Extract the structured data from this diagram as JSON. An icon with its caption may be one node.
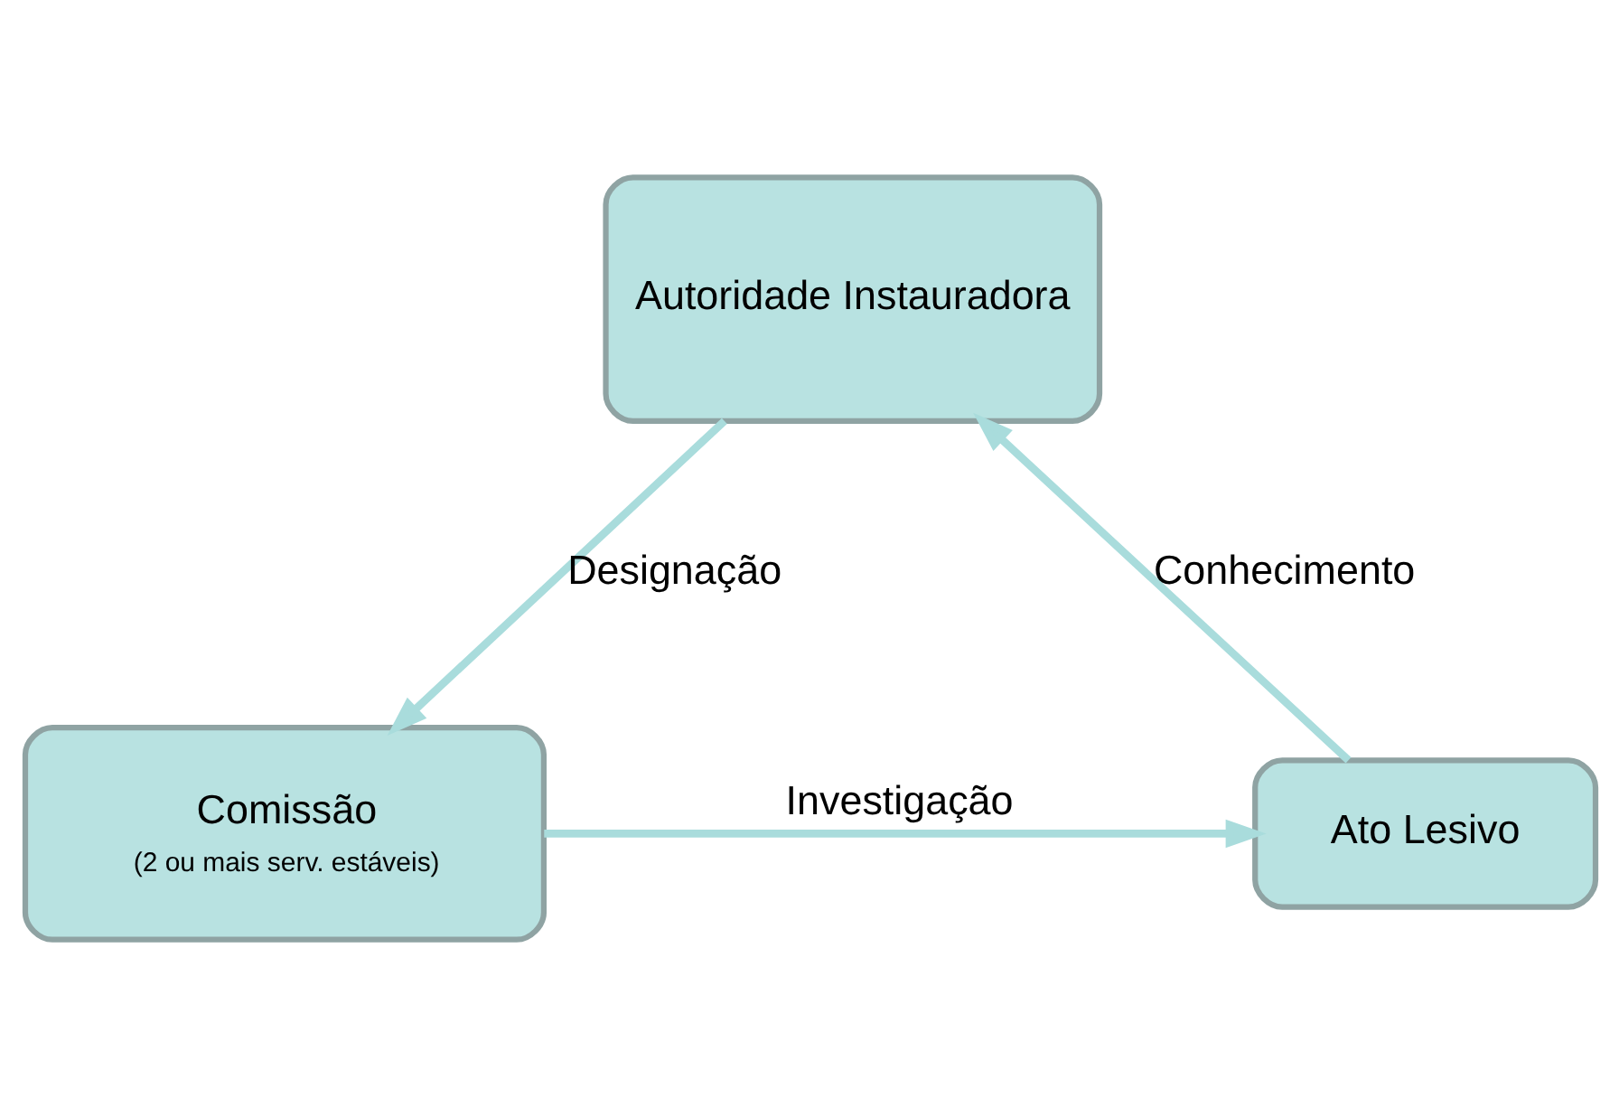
{
  "diagram": {
    "nodes": [
      {
        "text": [
          "Autoridade Instauradora"
        ]
      },
      {
        "text": [
          "Comissão",
          "(2 ou mais serv. estáveis)"
        ]
      },
      {
        "text": [
          "Ato Lesivo"
        ]
      }
    ],
    "edges": [
      {
        "from": 2,
        "to": 0,
        "arrow": "to",
        "label": "Conhecimento"
      },
      {
        "from": 0,
        "to": 1,
        "arrow": "to",
        "label": "Designação"
      },
      {
        "from": 1,
        "to": 2,
        "arrow": "to",
        "label": "Investigação"
      }
    ]
  }
}
